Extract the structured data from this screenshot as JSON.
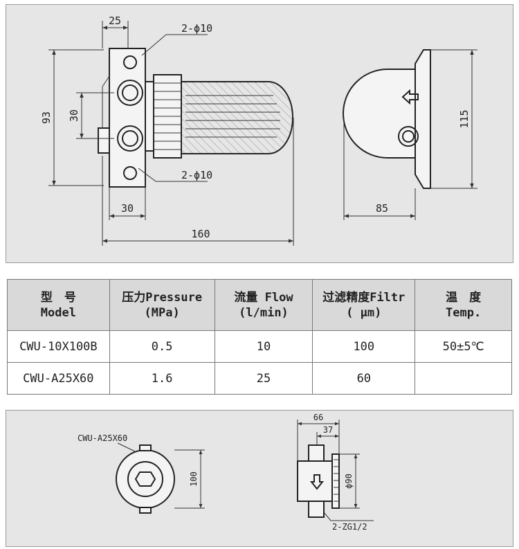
{
  "top_drawing": {
    "dim_width_top": "25",
    "hole_label_top": "2-ϕ10",
    "hole_label_bottom": "2-ϕ10",
    "dim_height_93": "93",
    "dim_spacing_30": "30",
    "dim_base_30": "30",
    "dim_length_160": "160",
    "dim_side_85": "85",
    "dim_side_115": "115"
  },
  "table": {
    "headers": [
      {
        "line1": "型　号",
        "line2": "Model"
      },
      {
        "line1": "压力Pressure",
        "line2": "(MPa)"
      },
      {
        "line1": "流量 Flow",
        "line2": "(l/min)"
      },
      {
        "line1": "过滤精度Filtr",
        "line2": "( μm)"
      },
      {
        "line1": "温　度",
        "line2": "Temp."
      }
    ],
    "rows": [
      {
        "model": "CWU-10X100B",
        "pressure": "0.5",
        "flow": "10",
        "filtration": "100",
        "temp": "50±5℃"
      },
      {
        "model": "CWU-A25X60",
        "pressure": "1.6",
        "flow": "25",
        "filtration": "60",
        "temp": ""
      }
    ]
  },
  "bottom_drawing": {
    "model_label": "CWU-A25X60",
    "dim_100": "100",
    "dim_66": "66",
    "dim_37": "37",
    "dim_phi90": "ϕ90",
    "thread_label": "2-ZG1/2"
  }
}
